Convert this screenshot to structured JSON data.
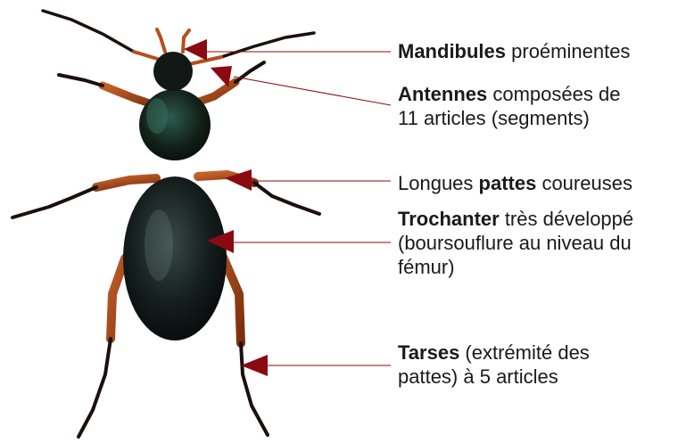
{
  "colors": {
    "arrow": "#8b0a12",
    "leader": "#8b0a12",
    "leg": "#b5501c",
    "body": "#15201e",
    "text": "#1a1a1a"
  },
  "labels": {
    "mandibules": {
      "bold": "Mandibules",
      "rest": " proéminentes"
    },
    "antennes": {
      "bold": "Antennes",
      "rest": " composées de",
      "line2": "11 articles (segments)"
    },
    "pattes": {
      "pre": "Longues ",
      "bold": "pattes",
      "rest": " coureuses"
    },
    "trochanter": {
      "bold": "Trochanter",
      "rest": " très développé",
      "line2": "(boursouflure au niveau du",
      "line3": "fémur)"
    },
    "tarses": {
      "bold": "Tarses",
      "rest": " (extrémité des",
      "line2": "pattes) à 5 articles"
    }
  }
}
